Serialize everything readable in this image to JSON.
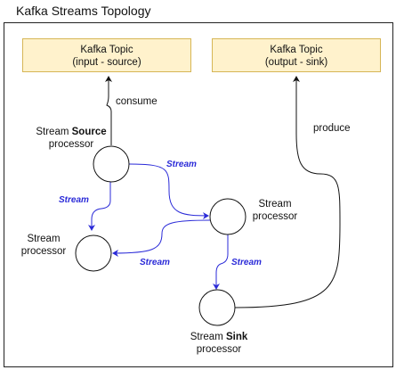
{
  "title": "Kafka Streams Topology",
  "topics": {
    "input": {
      "line1": "Kafka Topic",
      "line2": "(input - source)"
    },
    "output": {
      "line1": "Kafka Topic",
      "line2": "(output - sink)"
    }
  },
  "processors": {
    "source": {
      "prefix": "Stream ",
      "bold": "Source",
      "line2": "processor"
    },
    "middle": {
      "line1": "Stream",
      "line2": "processor"
    },
    "left": {
      "line1": "Stream",
      "line2": "processor"
    },
    "sink": {
      "prefix": "Stream ",
      "bold": "Sink",
      "line2": "processor"
    }
  },
  "edges": {
    "consume": "consume",
    "produce": "produce",
    "stream_source_middle": "Stream",
    "stream_source_left": "Stream",
    "stream_middle_left": "Stream",
    "stream_middle_sink": "Stream"
  },
  "colors": {
    "stream_edge": "#2a2ad8",
    "topic_fill": "#fff2cc",
    "topic_border": "#d6b656"
  }
}
